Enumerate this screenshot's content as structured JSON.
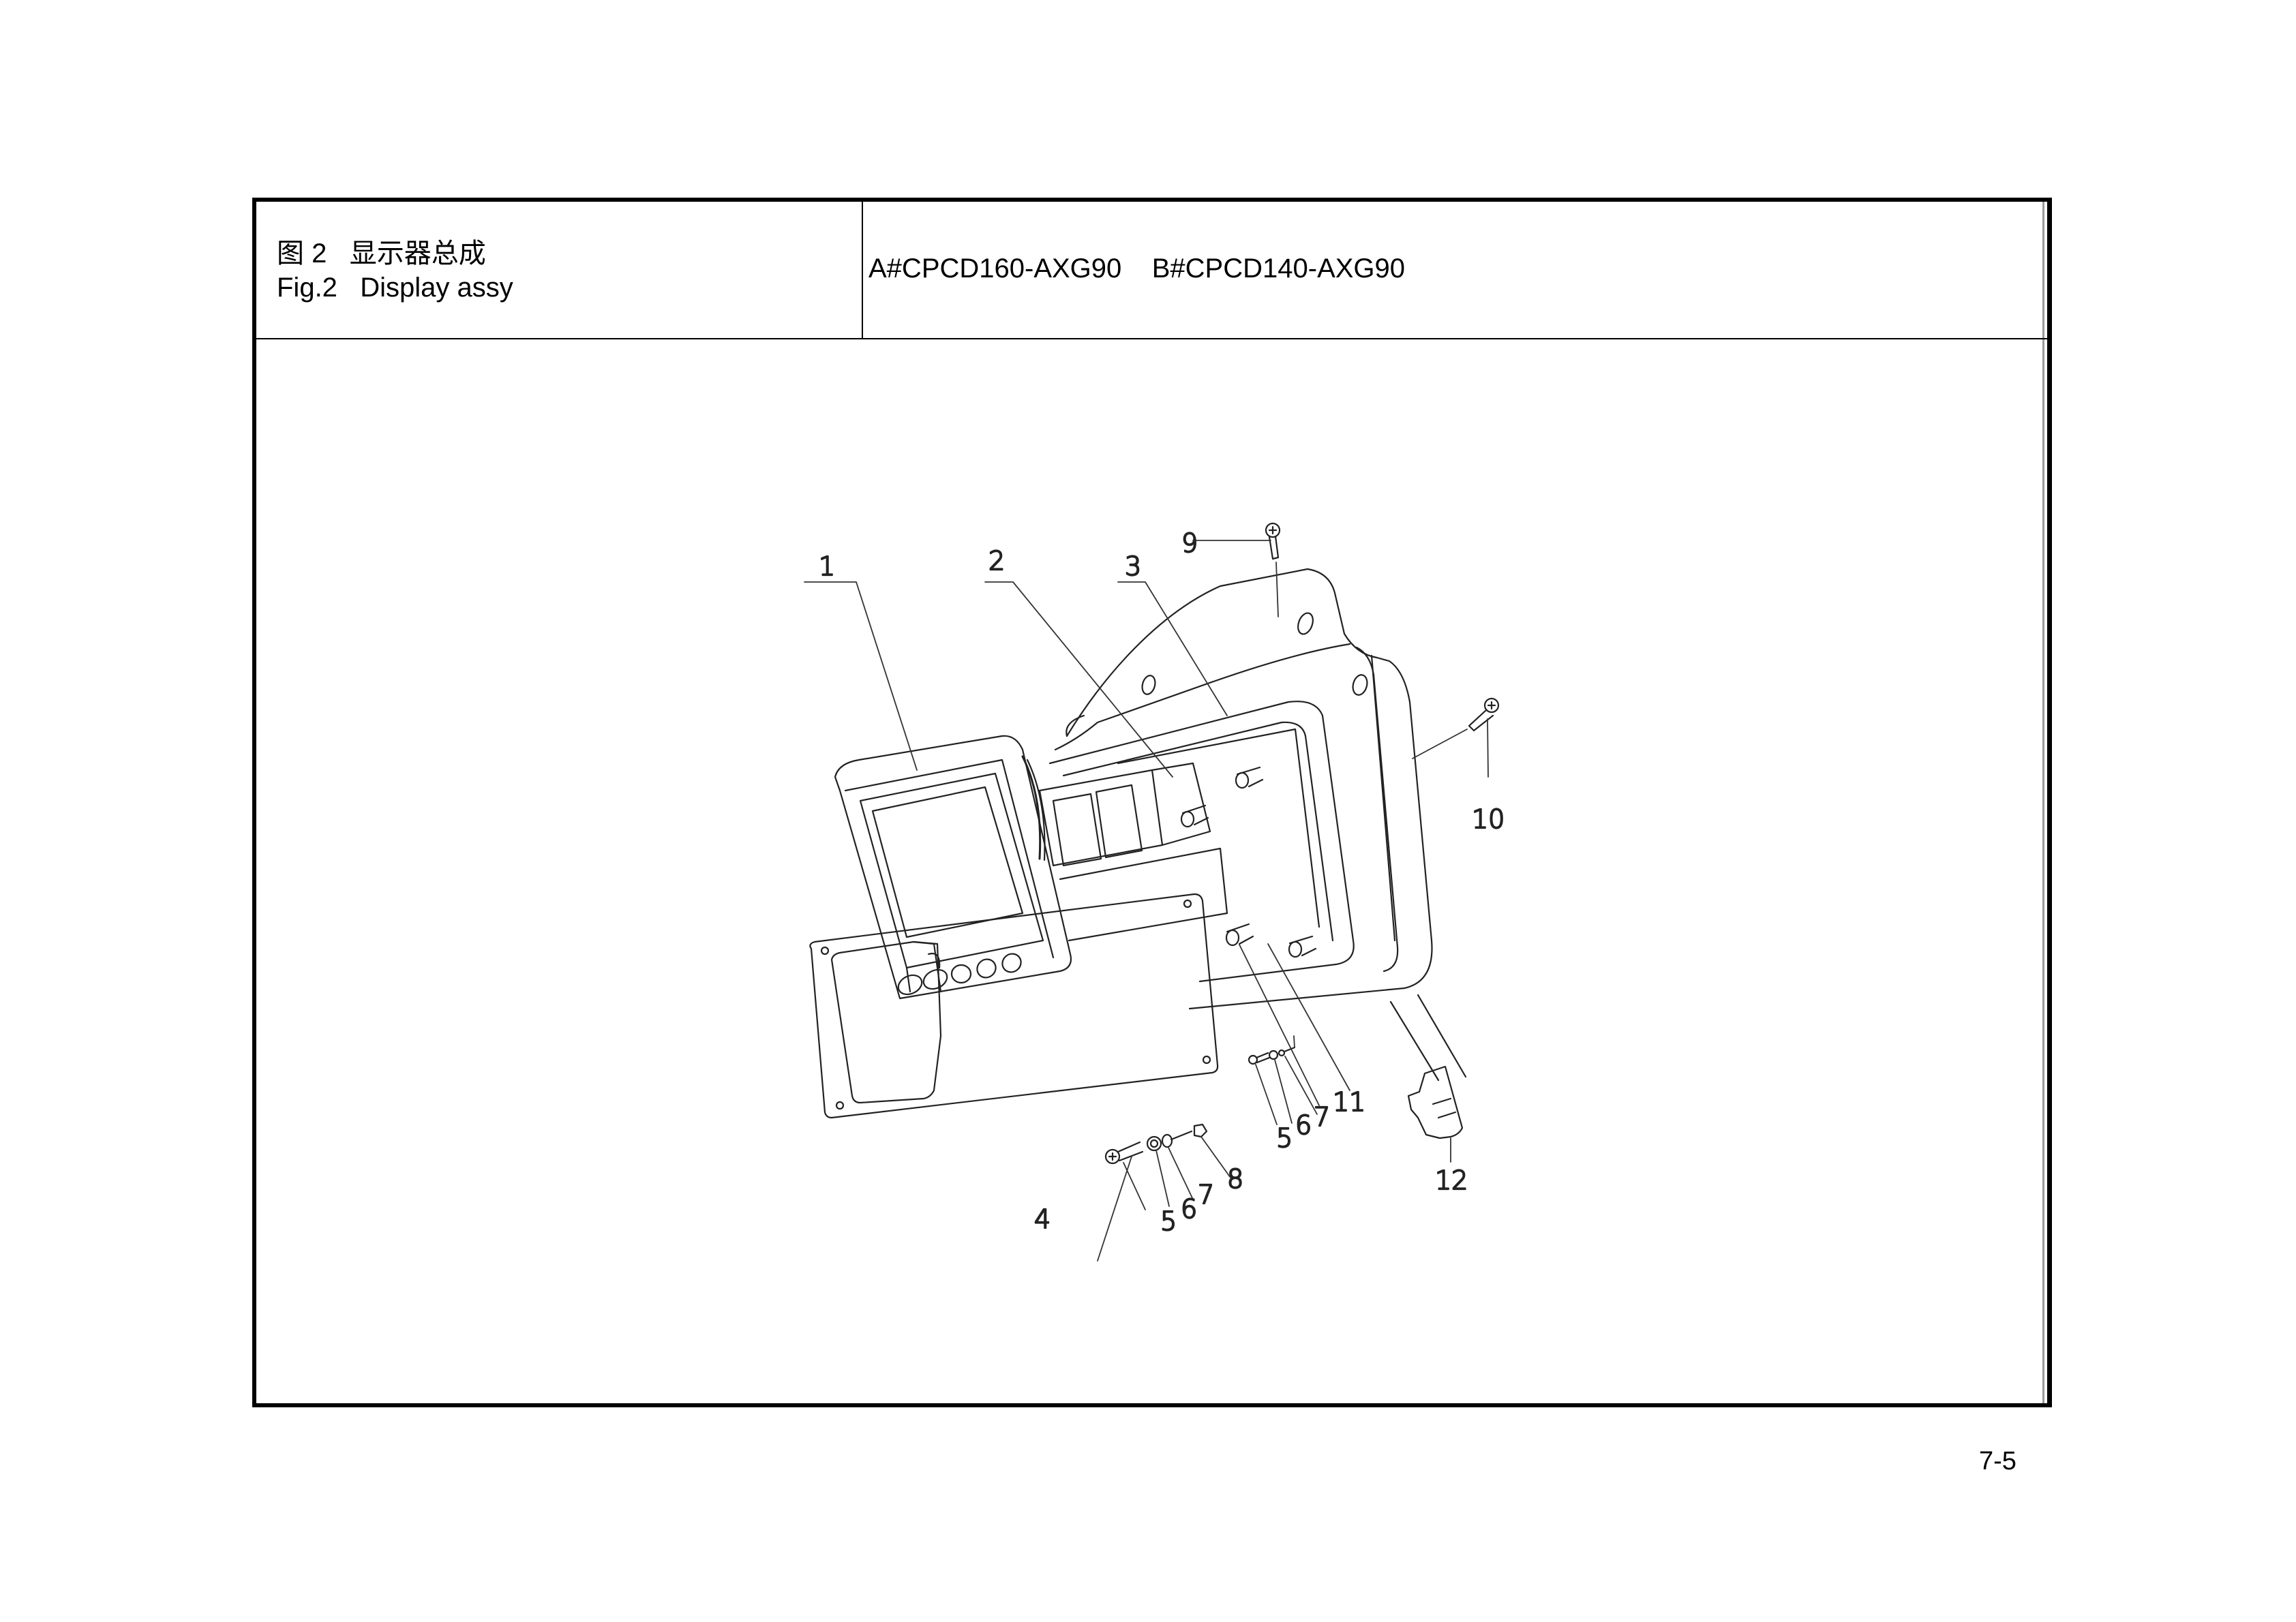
{
  "header": {
    "title_cn": "图 2   显示器总成",
    "title_en": "Fig.2   Display assy",
    "models": "A#CPCD160-AXG90    B#CPCD140-AXG90"
  },
  "drawing": {
    "description": "Exploded view of display assembly",
    "callouts": [
      {
        "id": "1",
        "label": "1"
      },
      {
        "id": "2",
        "label": "2"
      },
      {
        "id": "3",
        "label": "3"
      },
      {
        "id": "4",
        "label": "4"
      },
      {
        "id": "5a",
        "label": "5"
      },
      {
        "id": "6a",
        "label": "6"
      },
      {
        "id": "7a",
        "label": "7"
      },
      {
        "id": "8",
        "label": "8"
      },
      {
        "id": "5b",
        "label": "5"
      },
      {
        "id": "6b",
        "label": "6"
      },
      {
        "id": "7b",
        "label": "7"
      },
      {
        "id": "9",
        "label": "9"
      },
      {
        "id": "10",
        "label": "10"
      },
      {
        "id": "11",
        "label": "11"
      },
      {
        "id": "12",
        "label": "12"
      }
    ]
  },
  "footer": {
    "page_number": "7-5"
  }
}
